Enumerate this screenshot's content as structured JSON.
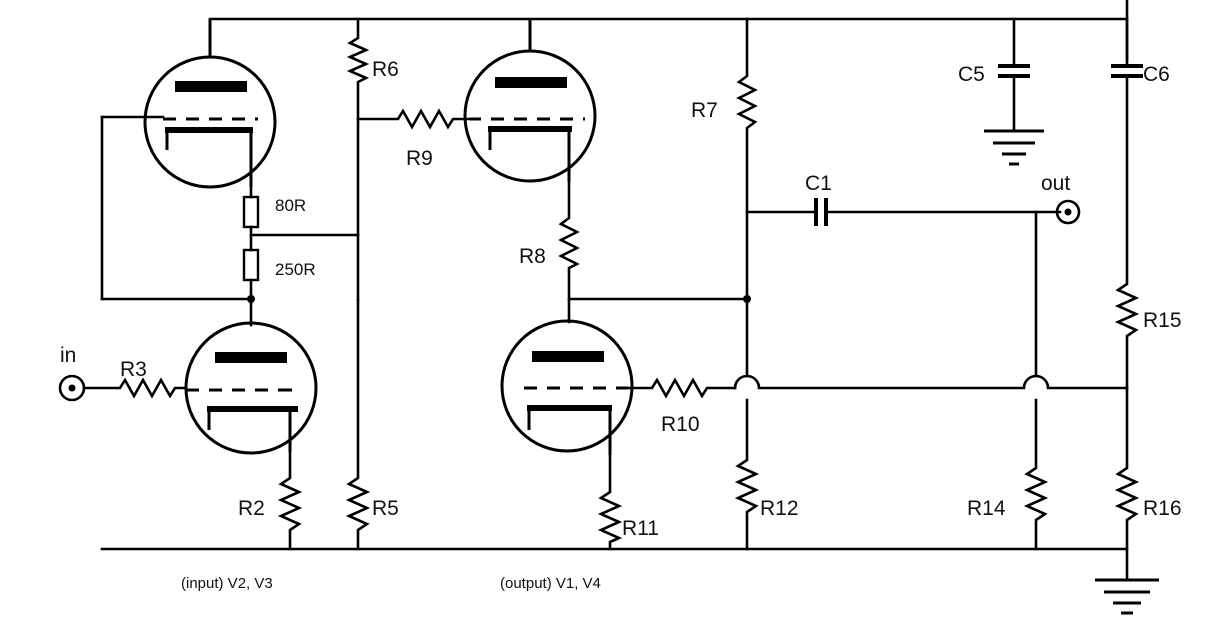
{
  "labels": {
    "r6": "R6",
    "r7": "R7",
    "r9": "R9",
    "c5": "C5",
    "c6": "C6",
    "c1": "C1",
    "out": "out",
    "in": "in",
    "r3": "R3",
    "r8": "R8",
    "r10": "R10",
    "r15": "R15",
    "r2": "R2",
    "r5": "R5",
    "r11": "R11",
    "r12": "R12",
    "r14": "R14",
    "r16": "R16",
    "r80": "80R",
    "r250": "250R"
  },
  "captions": {
    "input": "(input) V2, V3",
    "output": "(output) V1, V4"
  }
}
